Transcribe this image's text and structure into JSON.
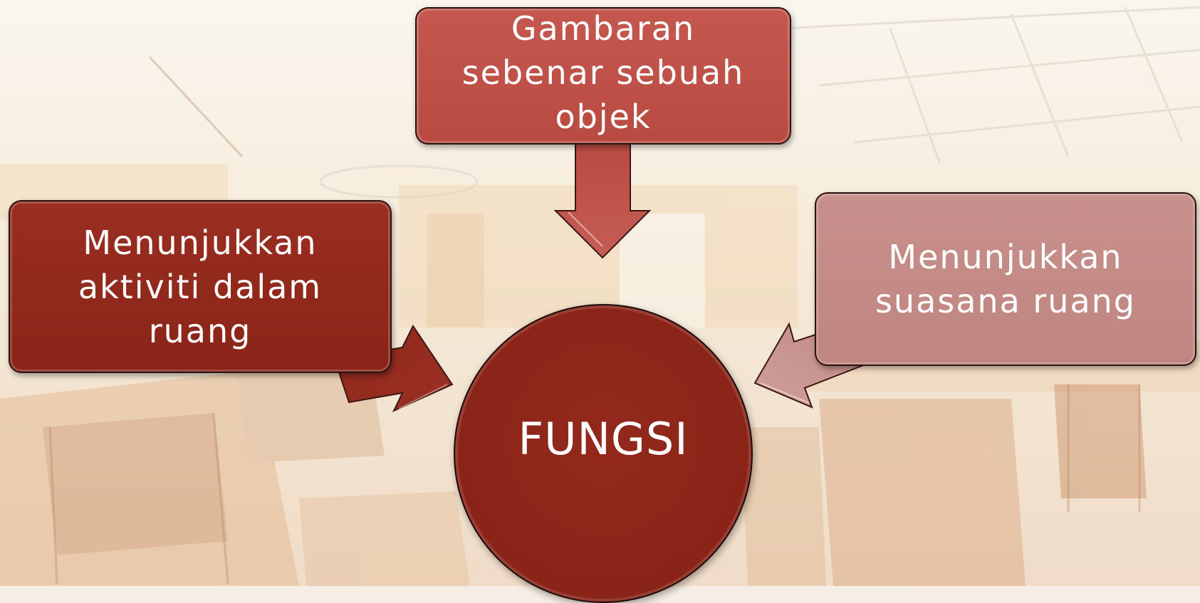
{
  "diagram": {
    "center": {
      "label": "FUNGSI"
    },
    "nodes": {
      "top": {
        "label": "Gambaran\nsebenar sebuah\nobjek"
      },
      "left": {
        "label": "Menunjukkan\naktiviti dalam\nruang"
      },
      "right": {
        "label": "Menunjukkan\nsuasana ruang"
      }
    }
  },
  "colors": {
    "top_box": "#b94a42",
    "left_box": "#8a2418",
    "right_box": "#c08782",
    "center_circle": "#8a2418",
    "text": "#ffffff"
  },
  "icons": {
    "background": "sketch-interior-background"
  }
}
